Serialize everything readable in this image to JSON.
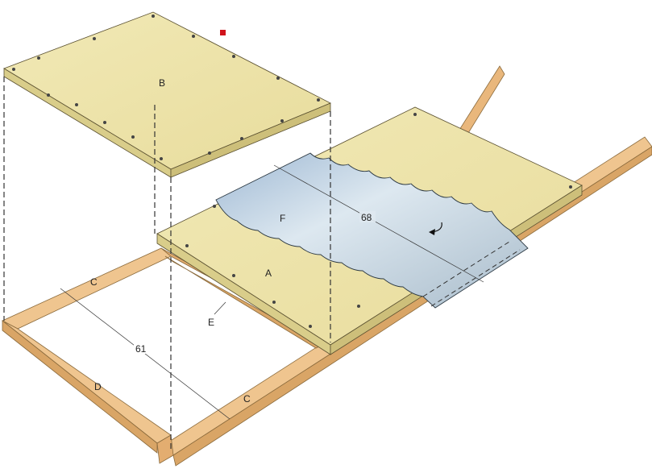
{
  "labels": {
    "board_b": "B",
    "board_a": "A",
    "sheet_f": "F",
    "rail_c_back": "C",
    "rail_c_front": "C",
    "rail_d": "D",
    "rail_e": "E",
    "dim_68": "68",
    "dim_61": "61"
  },
  "colors": {
    "board": "#ede3a8",
    "board_edge": "#cdbf7a",
    "wood": "#efc58f",
    "wood_dark": "#d9a566",
    "metal": "#b9cfe0",
    "marker": "#d0121b"
  }
}
